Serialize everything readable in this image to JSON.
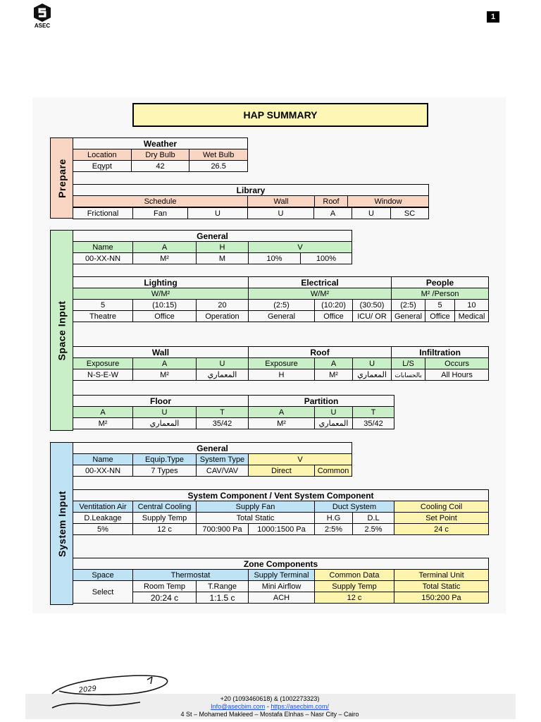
{
  "header": {
    "logo_text": "ASEC",
    "page_number": "1"
  },
  "title": "HAP SUMMARY",
  "colors": {
    "pink": "#f9d6c4",
    "green": "#c9efc6",
    "blue": "#bfe3f4",
    "yellow": "#fdf4b0"
  },
  "prepare": {
    "label": "Prepare",
    "weather": {
      "title": "Weather",
      "headers": [
        "Location",
        "Dry Bulb",
        "Wet Bulb"
      ],
      "values": [
        "Eqypt",
        "42",
        "26.5"
      ]
    },
    "library": {
      "title": "Library",
      "headers": [
        "Schedule",
        "Wall",
        "Roof",
        "Window"
      ],
      "values": [
        "Frictional",
        "Fan",
        "U",
        "U",
        "A",
        "U",
        "SC"
      ]
    }
  },
  "space": {
    "label": "Space Input",
    "general": {
      "title": "General",
      "headers": [
        "Name",
        "A",
        "H",
        "V"
      ],
      "values": [
        "00-XX-NN",
        "M²",
        "M",
        "10%",
        "100%"
      ]
    },
    "lighting": {
      "title": "Lighting",
      "unit": "W/M²",
      "vals": [
        "5",
        "(10:15)",
        "20"
      ],
      "types": [
        "Theatre",
        "Office",
        "Operation"
      ]
    },
    "electrical": {
      "title": "Electrical",
      "unit": "W/M²",
      "vals": [
        "(2:5)",
        "(10:20)",
        "(30:50)"
      ],
      "types": [
        "General",
        "Office",
        "ICU/ OR"
      ]
    },
    "people": {
      "title": "People",
      "unit": "M² /Person",
      "vals": [
        "(2:5)",
        "5",
        "10"
      ],
      "types": [
        "General",
        "Office",
        "Medical"
      ]
    },
    "wall": {
      "title": "Wall",
      "headers": [
        "Exposure",
        "A",
        "U"
      ],
      "values": [
        "N-S-E-W",
        "M²",
        "المعماري"
      ]
    },
    "roof": {
      "title": "Roof",
      "headers": [
        "Exposure",
        "A",
        "U"
      ],
      "values": [
        "H",
        "M²",
        "المعماري"
      ]
    },
    "infiltration": {
      "title": "Infiltration",
      "headers": [
        "L/S",
        "Occurs"
      ],
      "values": [
        "بالحسابات",
        "All Hours"
      ]
    },
    "floor": {
      "title": "Floor",
      "headers": [
        "A",
        "U",
        "T"
      ],
      "values": [
        "M²",
        "المعماري",
        "35/42"
      ]
    },
    "partition": {
      "title": "Partition",
      "headers": [
        "A",
        "U",
        "T"
      ],
      "values": [
        "M²",
        "المعماري",
        "35/42"
      ]
    }
  },
  "system": {
    "label": "System Input",
    "general": {
      "title": "General",
      "headers": [
        "Name",
        "Equip.Type",
        "System Type",
        "V"
      ],
      "values": [
        "00-XX-NN",
        "7 Types",
        "CAV/VAV",
        "Direct",
        "Common"
      ]
    },
    "component": {
      "title": "System Component / Vent System Component",
      "headers": [
        "Ventitation Air",
        "Central Cooling",
        "Supply Fan",
        "Duct System",
        "Cooling Coil"
      ],
      "sub": [
        "D.Leakage",
        "Supply Temp",
        "Total Static",
        "H.G",
        "D.L",
        "Set Point"
      ],
      "values": [
        "5%",
        "12 c",
        "700:900 Pa",
        "1000:1500 Pa",
        "2:5%",
        "2.5%",
        "24 c"
      ]
    },
    "zone": {
      "title": "Zone Components",
      "headers": [
        "Space",
        "Thermostat",
        "Supply Terminal",
        "Common Data",
        "Terminal Unit"
      ],
      "sub": [
        "Room Temp",
        "T.Range",
        "Mini Airflow",
        "Supply Temp",
        "Total Static"
      ],
      "values": [
        "Select",
        "20:24 c",
        "1:1.5 c",
        "ACH",
        "12 c",
        "150:200 Pa"
      ]
    }
  },
  "footer": {
    "signature": "2029",
    "phone": "+20 (1093460618) & (1002273323)",
    "email": "Info@asecbim.com",
    "separator": " - ",
    "website": "https://asecbim.com/",
    "address": "4 St – Mohamed Makleed – Mostafa Elnhas – Nasr City – Cairo"
  }
}
